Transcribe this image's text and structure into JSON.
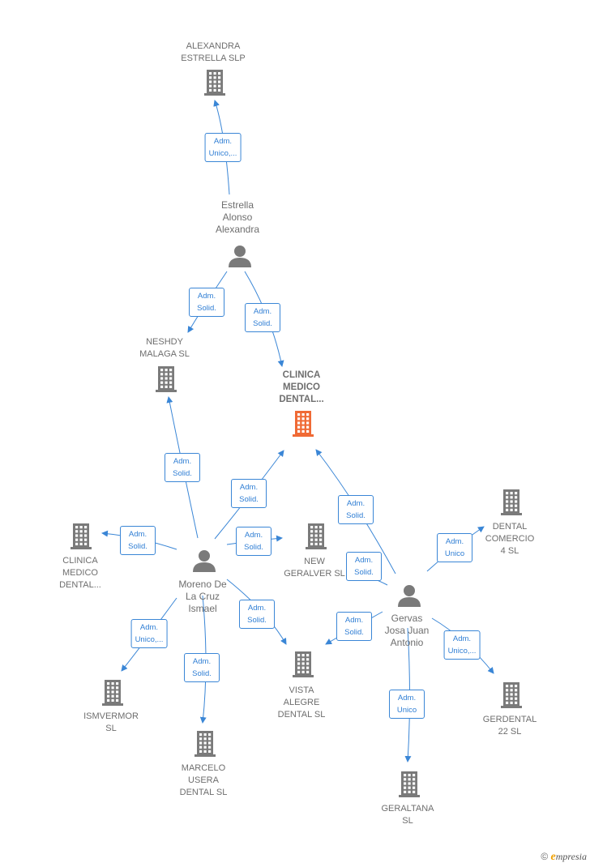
{
  "colors": {
    "edge": "#3a86d6",
    "node": "#7a7a7a",
    "highlight": "#f06a35"
  },
  "nodes": [
    {
      "id": "alexandra",
      "type": "company",
      "label": "ALEXANDRA\nESTRELLA  SLP"
    },
    {
      "id": "estrella",
      "type": "person",
      "label": "Estrella\nAlonso\nAlexandra"
    },
    {
      "id": "neshdy",
      "type": "company",
      "label": "NESHDY\nMALAGA SL"
    },
    {
      "id": "clinica_main",
      "type": "company-main",
      "label": "CLINICA\nMEDICO\nDENTAL..."
    },
    {
      "id": "clinica2",
      "type": "company",
      "label": "CLINICA\nMEDICO\nDENTAL..."
    },
    {
      "id": "moreno",
      "type": "person",
      "label": "Moreno De\nLa Cruz\nIsmael"
    },
    {
      "id": "newgeralver",
      "type": "company",
      "label": "NEW\nGERALVER  SL"
    },
    {
      "id": "dental_comercio",
      "type": "company",
      "label": "DENTAL\nCOMERCIO\n4 SL"
    },
    {
      "id": "gervas",
      "type": "person",
      "label": "Gervas\nJosa Juan\nAntonio"
    },
    {
      "id": "vista",
      "type": "company",
      "label": "VISTA\nALEGRE\nDENTAL  SL"
    },
    {
      "id": "ismvermor",
      "type": "company",
      "label": "ISMVERMOR\nSL"
    },
    {
      "id": "marcelo",
      "type": "company",
      "label": "MARCELO\nUSERA\nDENTAL  SL"
    },
    {
      "id": "gerdental",
      "type": "company",
      "label": "GERDENTAL\n22  SL"
    },
    {
      "id": "geraltana",
      "type": "company",
      "label": "GERALTANA\nSL"
    }
  ],
  "edges": [
    {
      "from": "estrella",
      "to": "alexandra",
      "label": "Adm.\nUnico,..."
    },
    {
      "from": "estrella",
      "to": "neshdy",
      "label": "Adm.\nSolid."
    },
    {
      "from": "estrella",
      "to": "clinica_main",
      "label": "Adm.\nSolid."
    },
    {
      "from": "moreno",
      "to": "neshdy",
      "label": "Adm.\nSolid."
    },
    {
      "from": "moreno",
      "to": "clinica_main",
      "label": "Adm.\nSolid."
    },
    {
      "from": "moreno",
      "to": "clinica2",
      "label": "Adm.\nSolid."
    },
    {
      "from": "moreno",
      "to": "newgeralver",
      "label": "Adm.\nSolid."
    },
    {
      "from": "moreno",
      "to": "vista",
      "label": "Adm.\nSolid."
    },
    {
      "from": "moreno",
      "to": "ismvermor",
      "label": "Adm.\nUnico,..."
    },
    {
      "from": "moreno",
      "to": "marcelo",
      "label": "Adm.\nSolid."
    },
    {
      "from": "gervas",
      "to": "clinica_main",
      "label": "Adm.\nSolid."
    },
    {
      "from": "gervas",
      "to": "newgeralver",
      "label": "Adm.\nSolid."
    },
    {
      "from": "gervas",
      "to": "dental_comercio",
      "label": "Adm.\nUnico"
    },
    {
      "from": "gervas",
      "to": "vista",
      "label": "Adm.\nSolid."
    },
    {
      "from": "gervas",
      "to": "gerdental",
      "label": "Adm.\nUnico,..."
    },
    {
      "from": "gervas",
      "to": "geraltana",
      "label": "Adm.\nUnico"
    }
  ],
  "footer": {
    "copyright": "©",
    "brand_initial": "e",
    "brand_rest": "mpresia"
  }
}
